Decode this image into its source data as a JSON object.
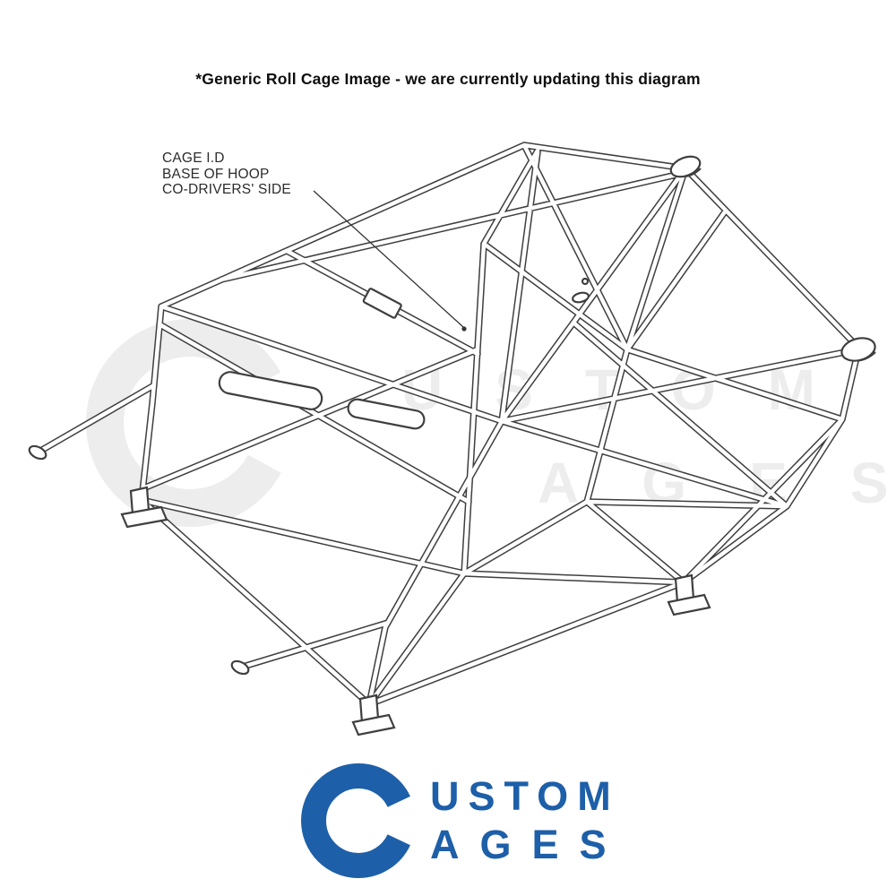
{
  "header": {
    "disclaimer": "*Generic Roll Cage Image - we are currently updating this diagram"
  },
  "annotation": {
    "label_lines": [
      "CAGE I.D",
      "BASE OF HOOP",
      "CO-DRIVERS' SIDE"
    ]
  },
  "watermark": {
    "brand": "CUSTOM CAGES",
    "line1": "USTOM",
    "line2": "AGES",
    "color": "#ededed"
  },
  "logo": {
    "brand": "CUSTOM CAGES",
    "line1": "USTOM",
    "line2": "AGES",
    "color": "#1d5fa8"
  },
  "diagram": {
    "subject": "generic-roll-cage-wireframe",
    "line_color": "#3f3f3f"
  }
}
